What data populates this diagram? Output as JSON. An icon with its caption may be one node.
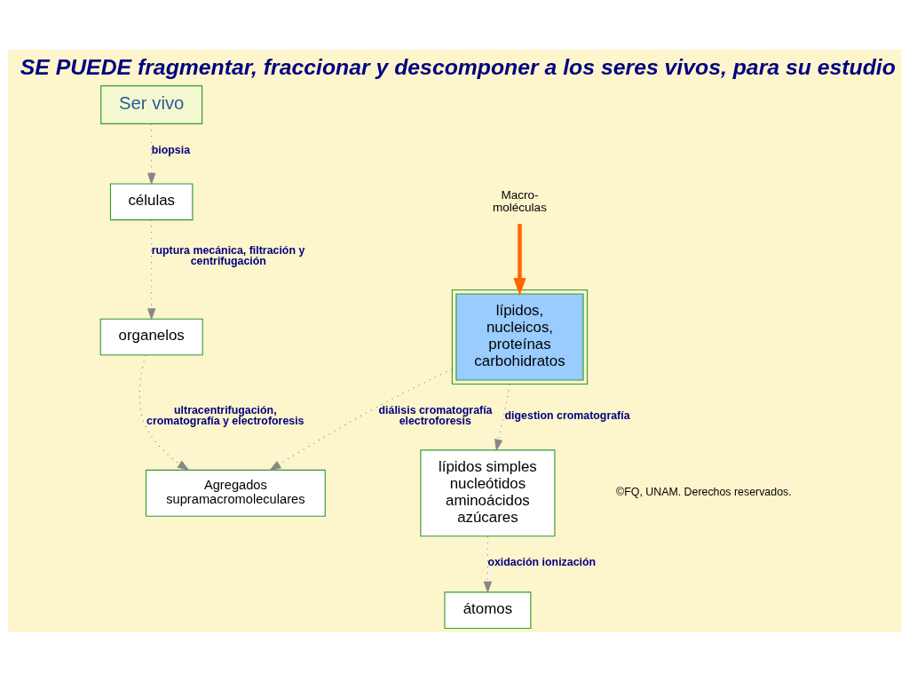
{
  "diagram": {
    "title": "SE PUEDE fragmentar, fraccionar y descomponer a los seres vivos, para su estudio",
    "nodes": [
      {
        "text": [
          "átomos"
        ]
      },
      {
        "text": [
          "Ser vivo"
        ]
      },
      {
        "text": [
          "células"
        ]
      },
      {
        "text": [
          "lípidos simples nucleótidos aminoácidos azúcares"
        ]
      },
      {
        "text": [
          "organelos"
        ]
      },
      {
        "text": [
          "Macro-moléculas"
        ]
      },
      {
        "text": [
          "lípidos, nucleicos, proteínas carbohidratos"
        ]
      },
      {
        "text": [
          "Agregados supramacromoleculares"
        ]
      }
    ],
    "edges": [
      {
        "from": 1,
        "to": 2,
        "arrow": "to",
        "label": "biopsia",
        "style": "dashed"
      },
      {
        "from": 2,
        "to": 4,
        "arrow": "to",
        "label": "ruptura mecánica, filtración y centrifugación",
        "style": "dashed"
      },
      {
        "from": 4,
        "to": 7,
        "arrow": "to",
        "label": "ultracentrifugación, cromatografía y electroforesis",
        "style": "dashed"
      },
      {
        "from": 6,
        "to": 7,
        "arrow": "to",
        "label": "diálisis cromatografía electroforesis",
        "style": "dashed"
      },
      {
        "from": 6,
        "to": 3,
        "arrow": "to",
        "label": "digestion cromatografía",
        "style": "dashed"
      },
      {
        "from": 3,
        "to": 0,
        "arrow": "to",
        "label": "oxidación ionización",
        "style": "dashed"
      },
      {
        "from": 5,
        "to": 6,
        "arrow": "to",
        "style": "thick",
        "color": "#ff6600"
      }
    ],
    "labels": [
      "©FQ, UNAM. Derechos reservados."
    ]
  }
}
